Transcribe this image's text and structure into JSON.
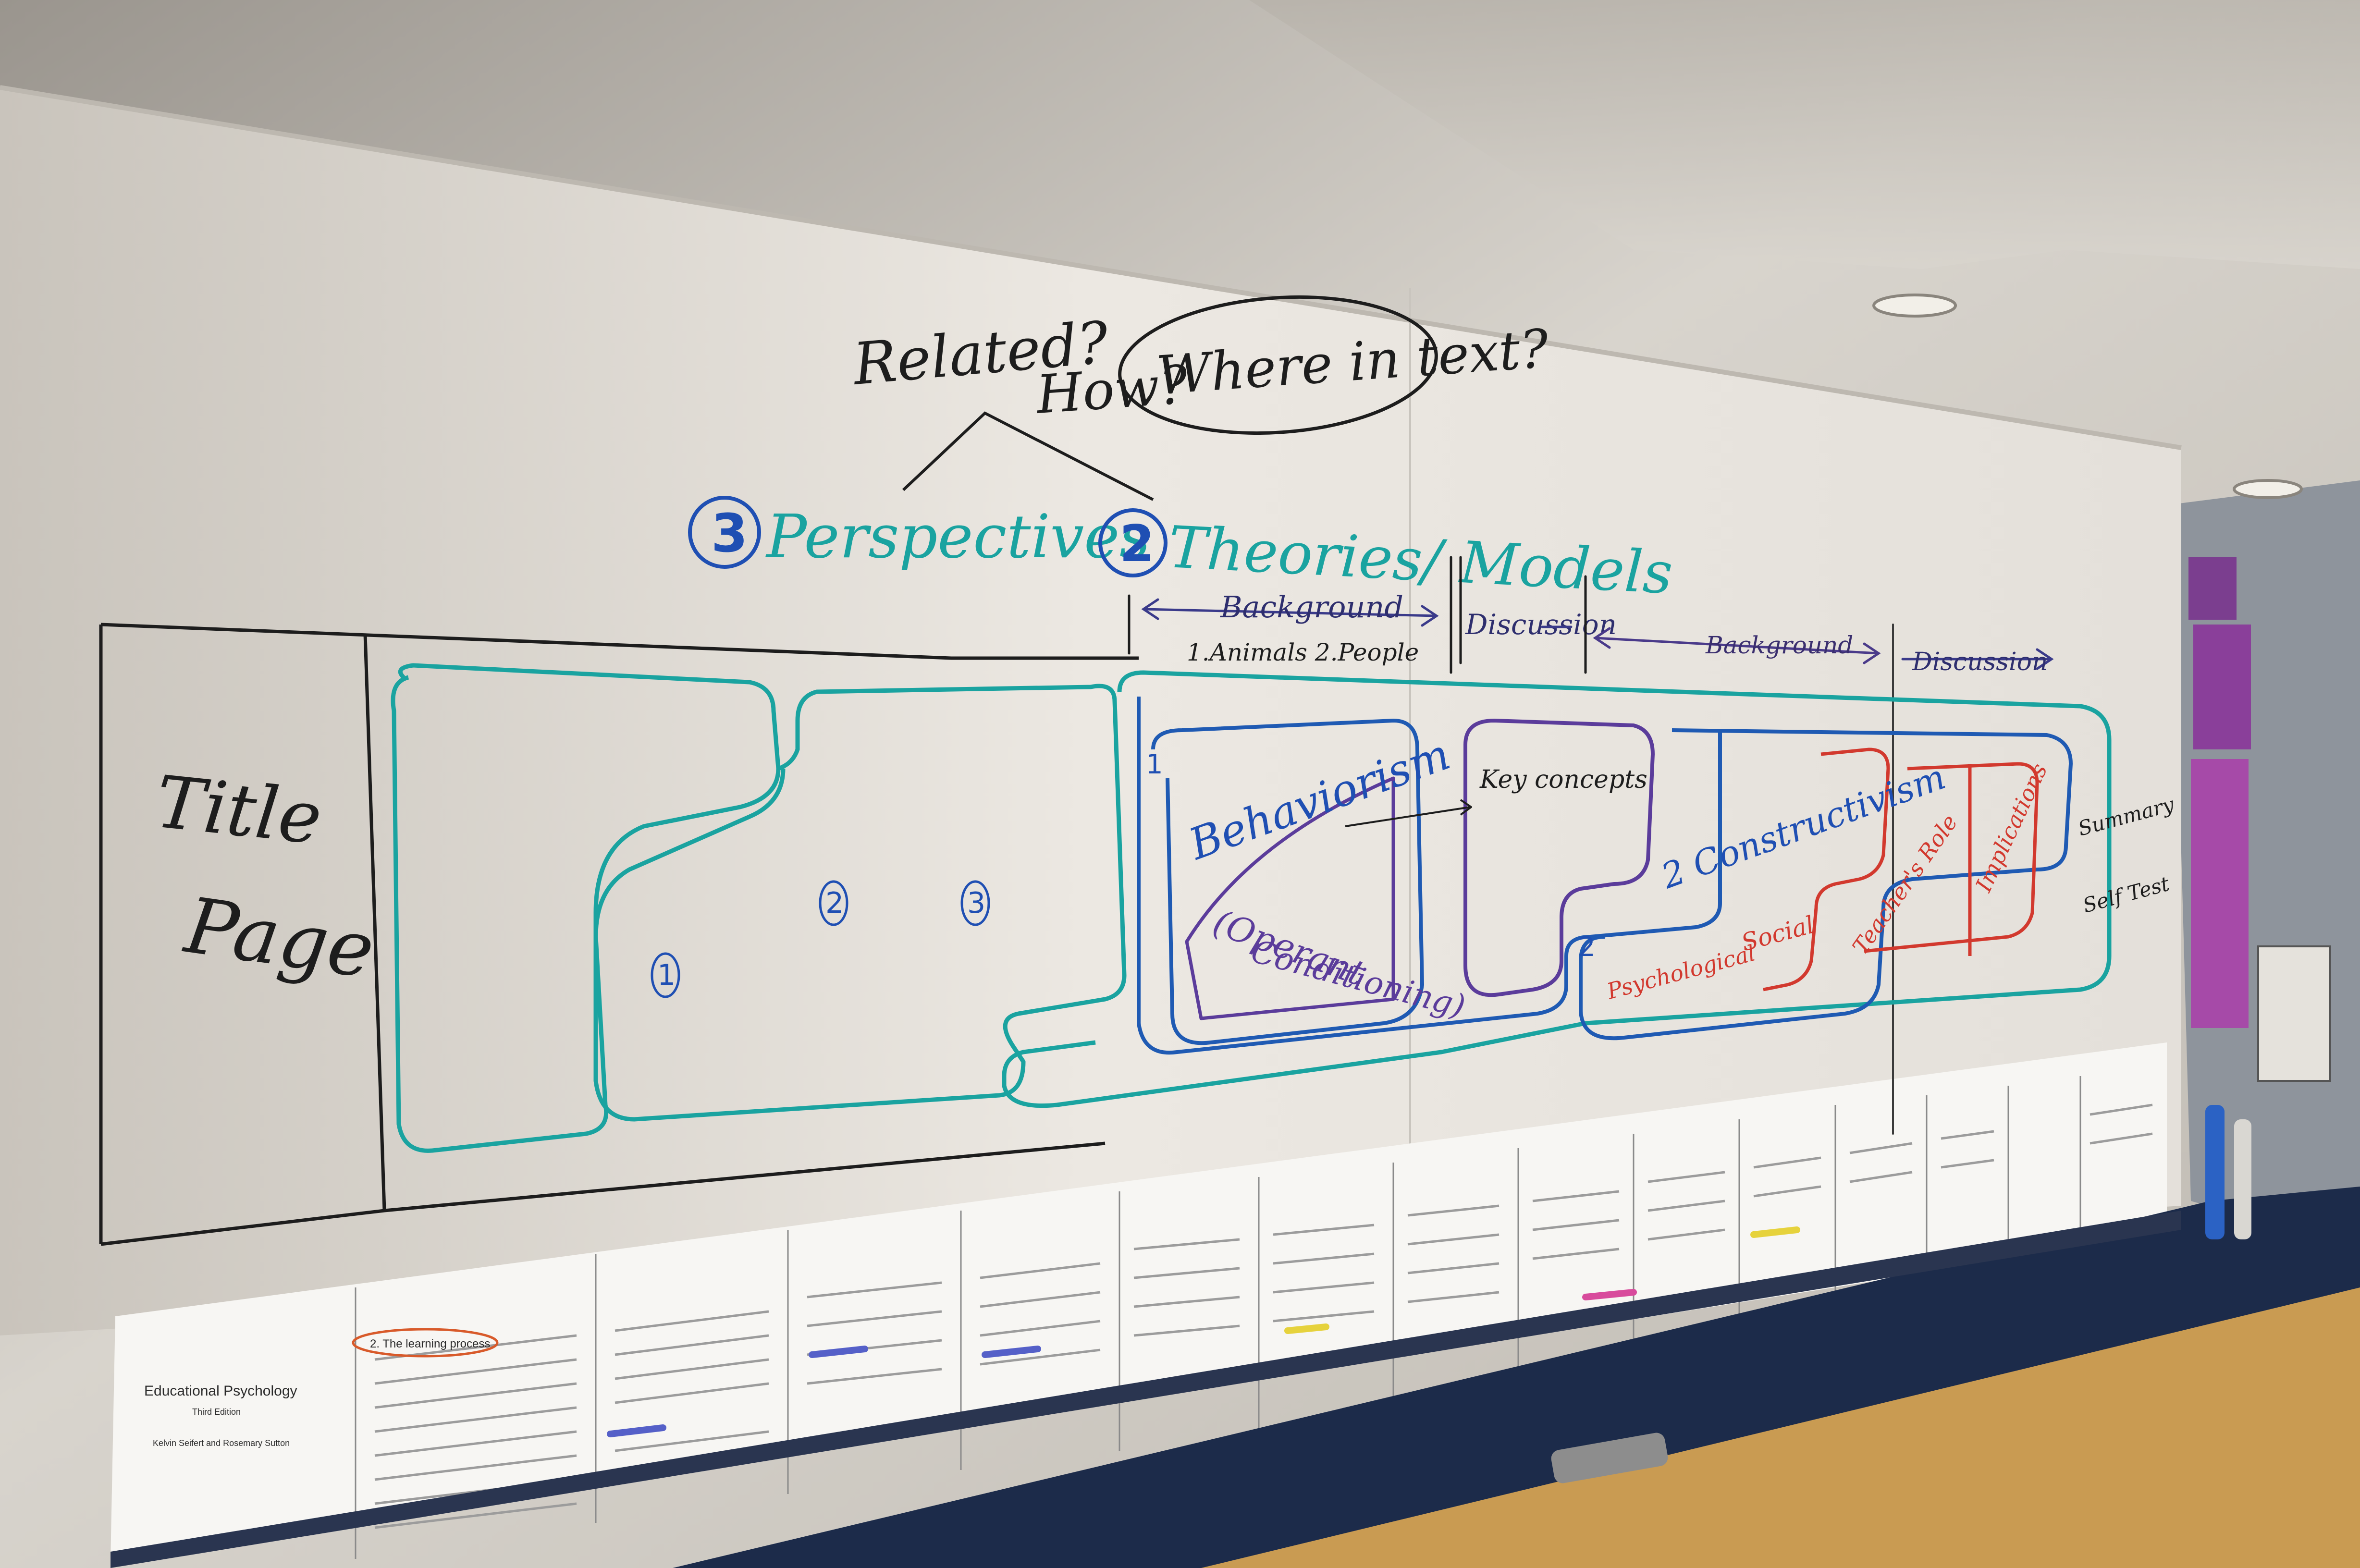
{
  "colors": {
    "wall": "#d9d4cc",
    "board": "#e9e5df",
    "black_marker": "#1d1d1d",
    "teal_marker": "#1aa3a0",
    "blue_marker": "#1f5ab3",
    "purple_marker": "#5b3c9b",
    "red_marker": "#d2392e",
    "desk": "#1c2b4a",
    "cabinet": "#c99b52"
  },
  "whiteboard": {
    "top_notes": {
      "related": "Related?",
      "how": "How?",
      "where": "Where in text?"
    },
    "headings": {
      "perspectives_num": "3",
      "perspectives": "Perspectives",
      "theories_num": "2",
      "theories": "Theories/ Models"
    },
    "arrows": {
      "background_1": "Background",
      "background_1_sub": "1.Animals 2.People",
      "discussion_1": "Discussion",
      "background_2": "Background",
      "discussion_2": "Discussion"
    },
    "title_page": {
      "line1": "Title",
      "line2": "Page"
    },
    "perspective_numbers": [
      "1",
      "2",
      "3"
    ],
    "theory_blocks": {
      "num_1": "1",
      "behaviorism": "Behaviorism",
      "operant": "(Operant",
      "conditioning": "Conditioning)",
      "key_concepts": "Key concepts",
      "num_2": "2",
      "constructivism": "2 Constructivism",
      "psychological": "Psychological",
      "social": "Social",
      "teachers_role": "Teacher's Role",
      "implications": "Implications",
      "summary": "Summary",
      "self_test": "Self Test"
    }
  },
  "printout": {
    "title": "Educational Psychology",
    "edition": "Third Edition",
    "authors": "Kelvin Seifert and Rosemary Sutton",
    "section": "2. The learning process"
  }
}
